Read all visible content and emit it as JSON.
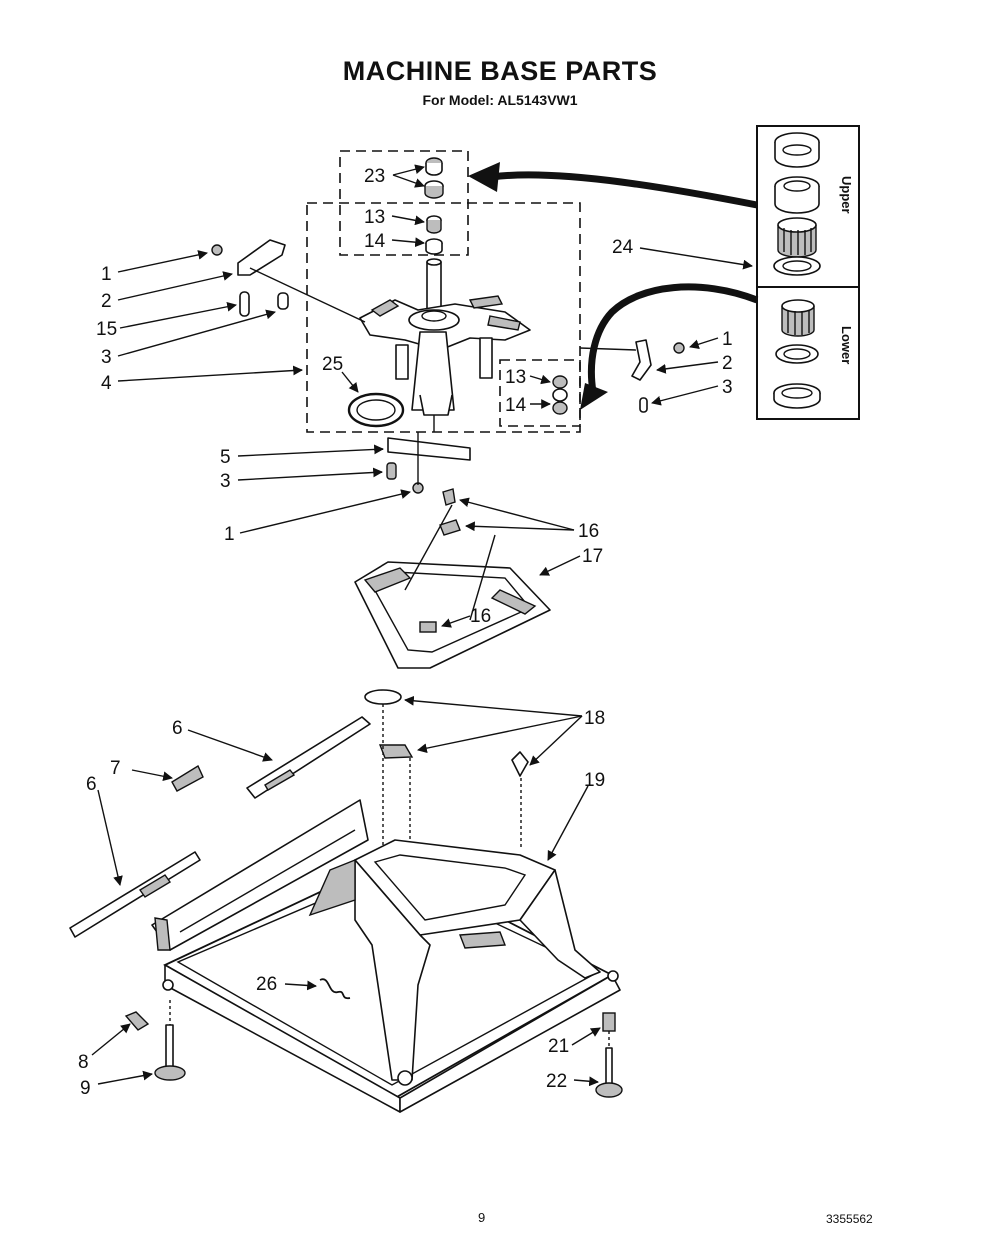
{
  "header": {
    "title": "MACHINE BASE PARTS",
    "subtitle": "For Model: AL5143VW1"
  },
  "footer": {
    "page_number": "9",
    "doc_number": "3355562"
  },
  "inset": {
    "upper_label": "Upper",
    "lower_label": "Lower"
  },
  "callouts": {
    "c23": "23",
    "c13a": "13",
    "c14a": "14",
    "c24": "24",
    "c1a": "1",
    "c2a": "2",
    "c15": "15",
    "c3a": "3",
    "c4": "4",
    "c25": "25",
    "c1b": "1",
    "c2b": "2",
    "c3b": "3",
    "c13b": "13",
    "c14b": "14",
    "c5": "5",
    "c3c": "3",
    "c1c": "1",
    "c16a": "16",
    "c17": "17",
    "c16b": "16",
    "c6a": "6",
    "c7": "7",
    "c6b": "6",
    "c18": "18",
    "c19": "19",
    "c26": "26",
    "c8": "8",
    "c9": "9",
    "c21": "21",
    "c22": "22"
  },
  "colors": {
    "ink": "#111111",
    "paper": "#ffffff",
    "shade": "#bdbdbd"
  }
}
